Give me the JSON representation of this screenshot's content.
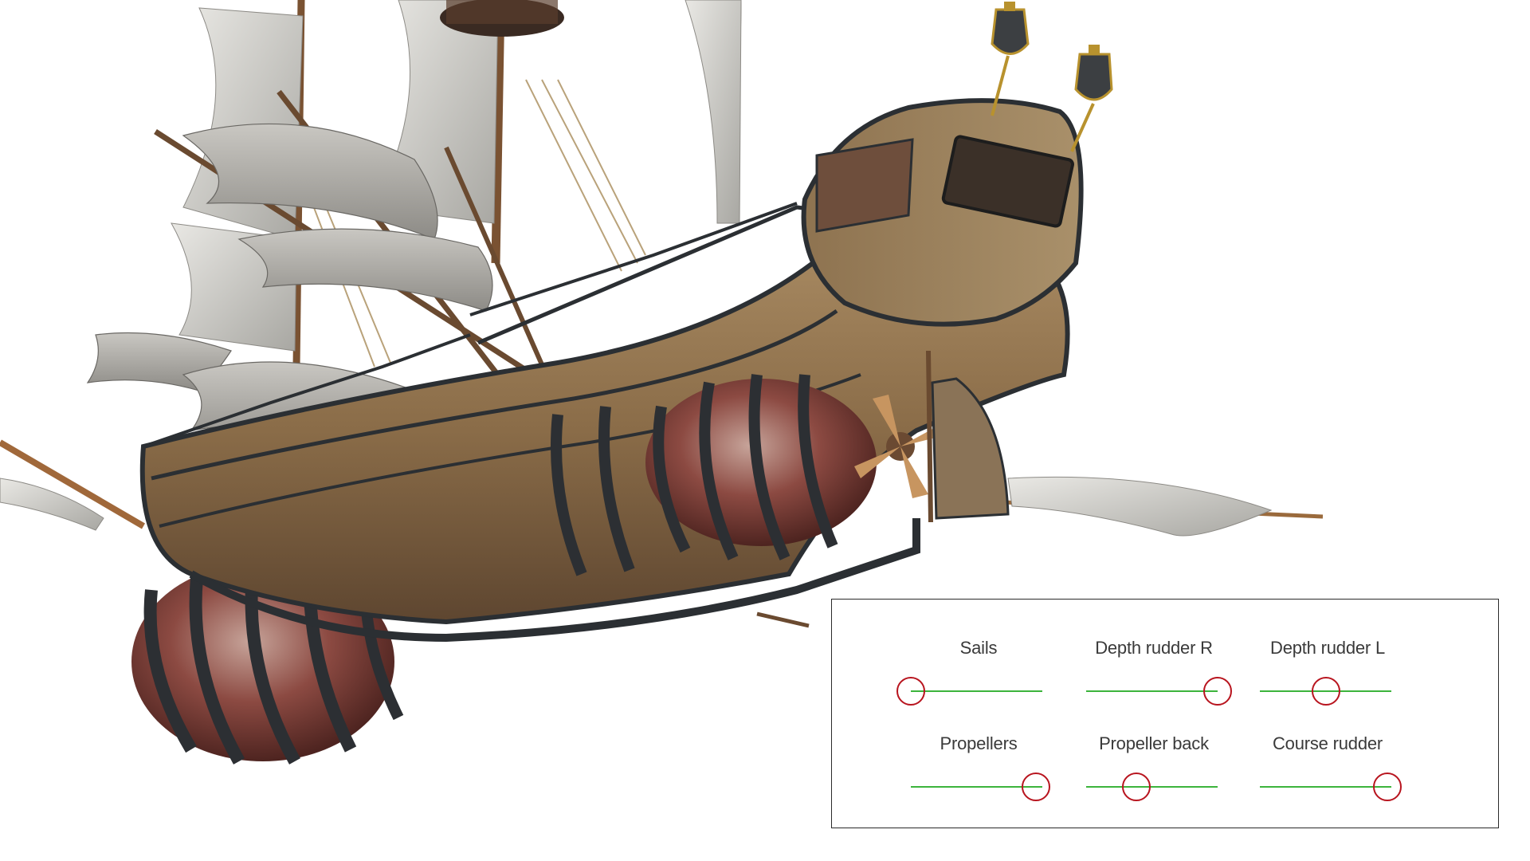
{
  "colors": {
    "background": "#ffffff",
    "track": "#3cb43c",
    "knob": "#b8141e",
    "panel_border": "#2a2a2a"
  },
  "controls": [
    {
      "id": "sails",
      "label": "Sails",
      "value": 0.0
    },
    {
      "id": "depth-rudder-r",
      "label": "Depth rudder R",
      "value": 1.0
    },
    {
      "id": "depth-rudder-l",
      "label": "Depth rudder L",
      "value": 0.5
    },
    {
      "id": "propellers",
      "label": "Propellers",
      "value": 0.95
    },
    {
      "id": "propeller-back",
      "label": "Propeller back",
      "value": 0.38
    },
    {
      "id": "course-rudder",
      "label": "Course rudder",
      "value": 0.97
    }
  ]
}
